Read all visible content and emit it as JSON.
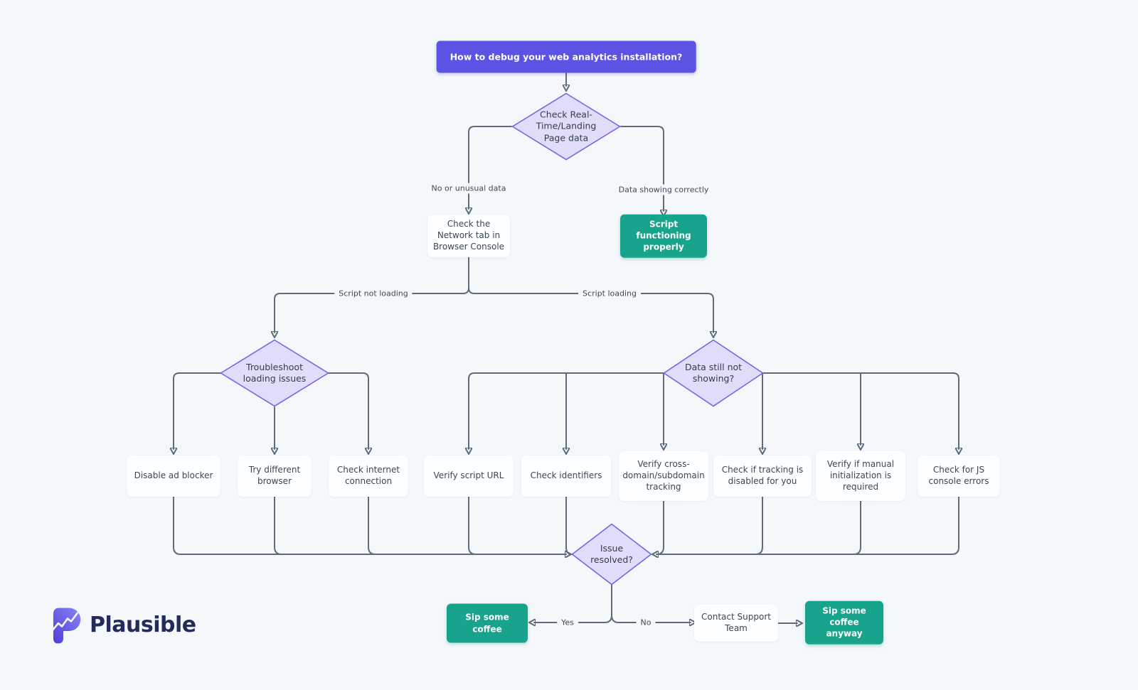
{
  "meta": {
    "description": "Plausible flowchart: how to debug your web analytics installation",
    "background_color": "#F4F8FB"
  },
  "colors": {
    "accent_purple": "#5B53E4",
    "diamond_fill": "#E0DCFA",
    "diamond_border": "#7467E6",
    "success_green": "#18A38D",
    "connector_gray": "#5D6B7B",
    "text_dark": "#3B4754",
    "brand_navy": "#232B5B"
  },
  "brand": {
    "name": "Plausible"
  },
  "nodes": {
    "start": {
      "label": "How to debug your web analytics installation?"
    },
    "check_realtime": {
      "label": "Check Real-Time/Landing Page data"
    },
    "network_tab": {
      "label": "Check the Network tab in Browser Console"
    },
    "script_ok": {
      "label": "Script functioning properly"
    },
    "troubleshoot": {
      "label": "Troubleshoot loading issues"
    },
    "still_not_showing": {
      "label": "Data still not showing?"
    },
    "leaves": [
      {
        "label": "Disable ad blocker"
      },
      {
        "label": "Try different browser"
      },
      {
        "label": "Check internet connection"
      },
      {
        "label": "Verify script URL"
      },
      {
        "label": "Check identifiers"
      },
      {
        "label": "Verify cross-domain/subdomain tracking"
      },
      {
        "label": "Check if tracking is disabled for you"
      },
      {
        "label": "Verify if manual initialization is required"
      },
      {
        "label": "Check for JS console errors"
      }
    ],
    "issue_resolved": {
      "label": "Issue resolved?"
    },
    "coffee": {
      "label": "Sip some coffee"
    },
    "support": {
      "label": "Contact Support Team"
    },
    "coffee_anyway": {
      "label": "Sip some coffee anyway"
    }
  },
  "edges": {
    "no_data": "No or unusual data",
    "showing": "Data showing correctly",
    "not_loading": "Script not loading",
    "loading": "Script loading",
    "yes": "Yes",
    "no": "No"
  }
}
